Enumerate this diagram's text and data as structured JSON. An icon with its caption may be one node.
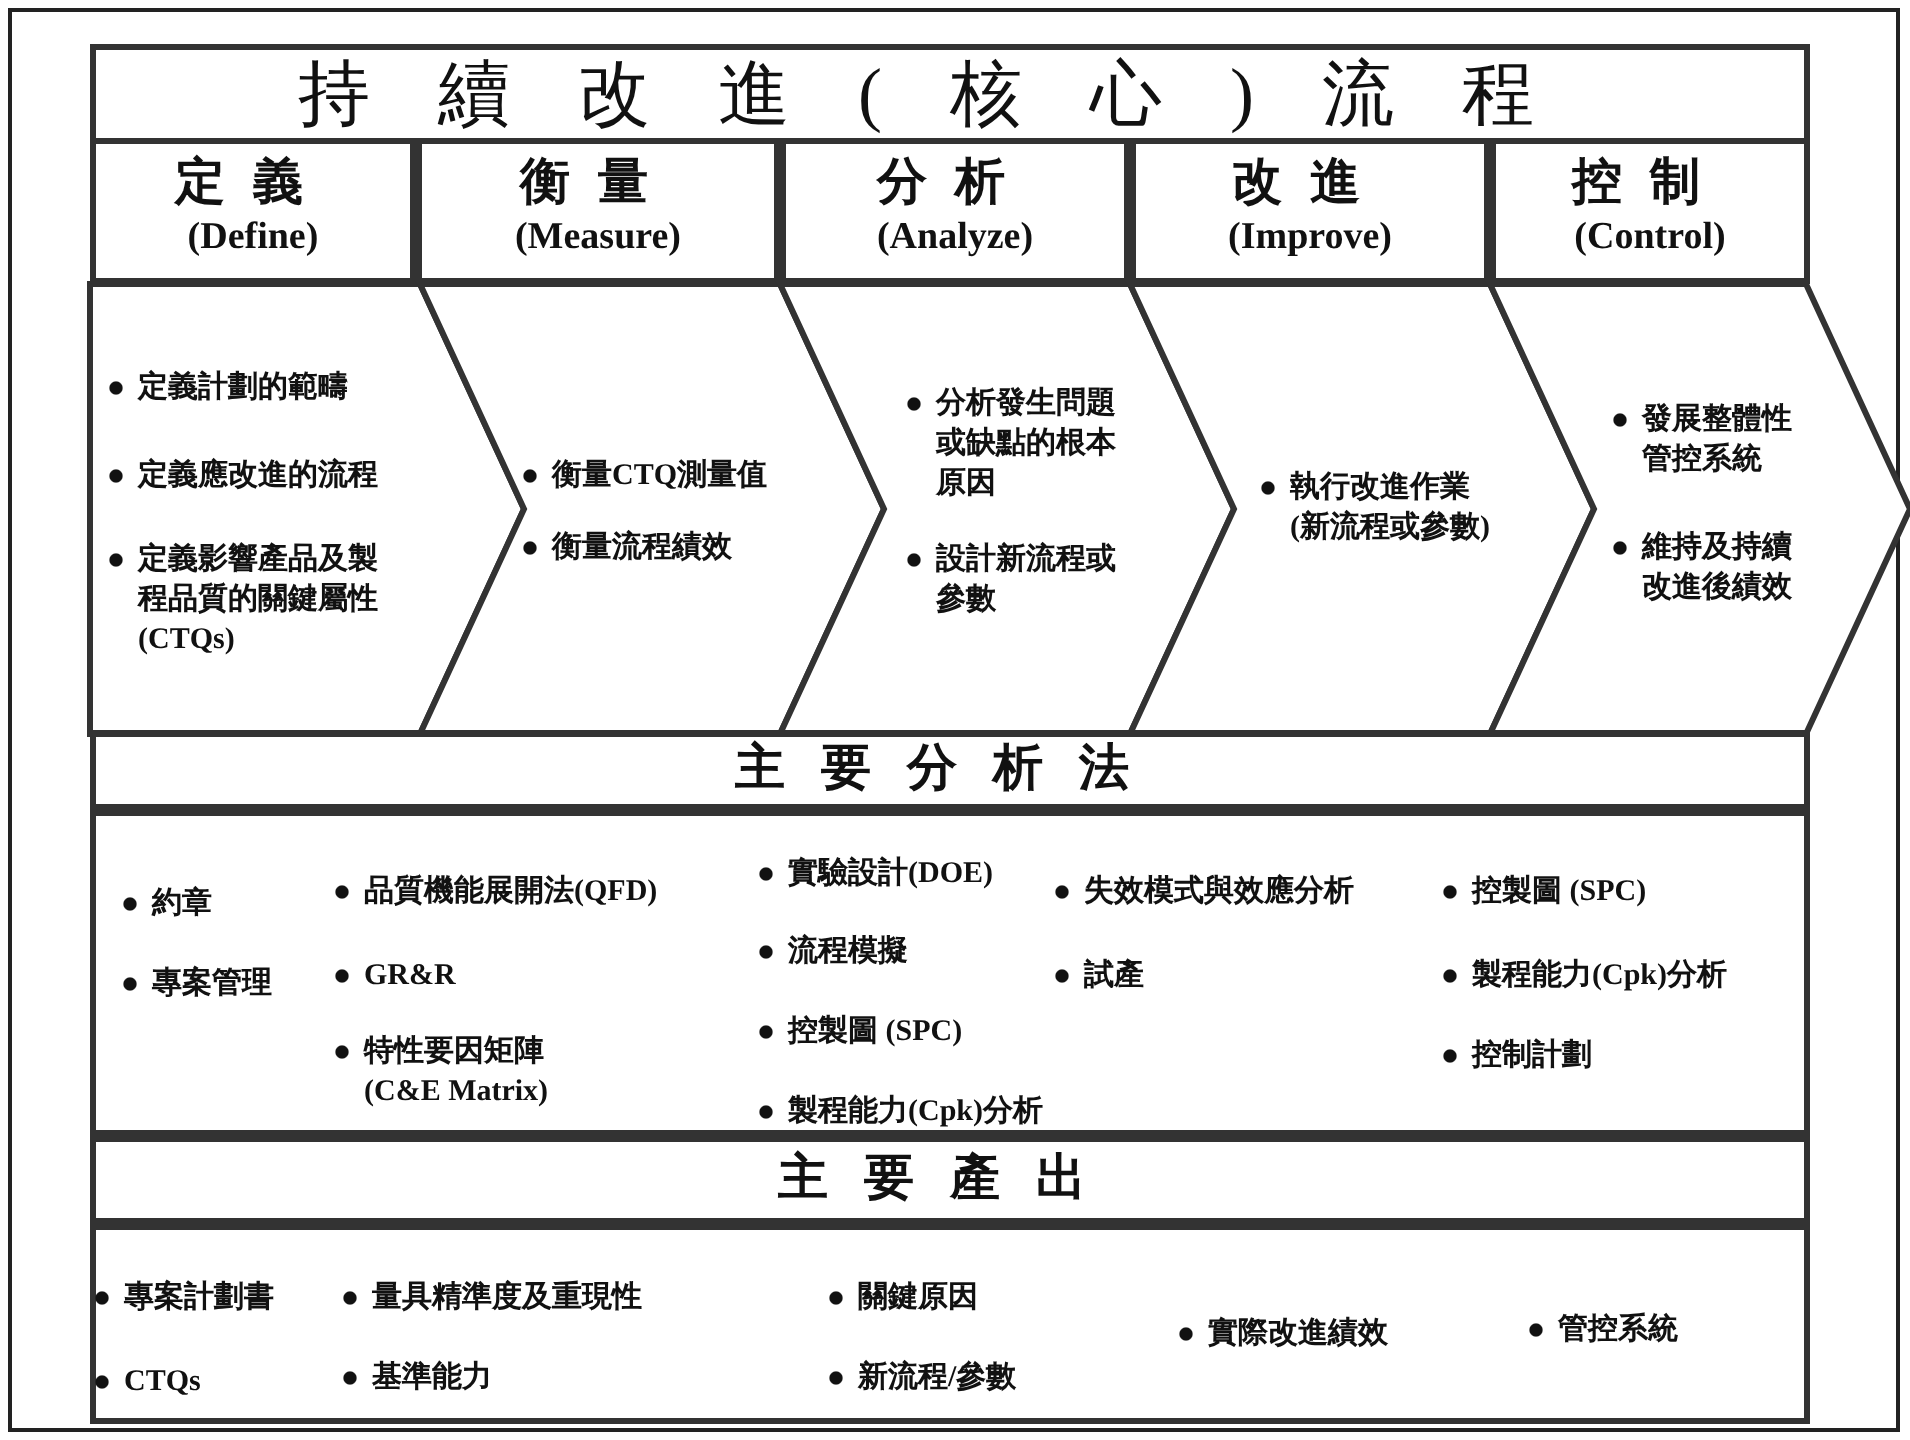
{
  "diagram": {
    "nodes": [
      {
        "text": [
          "持續改進(核心)流程"
        ]
      },
      {
        "text": [
          "定義",
          "(Define)"
        ]
      },
      {
        "text": [
          "衡量",
          "(Measure)"
        ]
      },
      {
        "text": [
          "分析",
          "(Analyze)"
        ]
      },
      {
        "text": [
          "改進",
          "(Improve)"
        ]
      },
      {
        "text": [
          "控制",
          "(Control)"
        ]
      },
      {
        "text": [
          "定義計劃的範疇",
          "定義應改進的流程",
          "定義影響產品及製程品質的關鍵屬性 (CTQs)"
        ]
      },
      {
        "text": [
          "衡量CTQ測量值",
          "衡量流程績效"
        ]
      },
      {
        "text": [
          "分析發生問題或缺點的根本原因",
          "設計新流程或參數"
        ]
      },
      {
        "text": [
          "執行改進作業 (新流程或參數)"
        ]
      },
      {
        "text": [
          "發展整體性管控系統",
          "維持及持續改進後績效"
        ]
      },
      {
        "text": [
          "主要分析法"
        ]
      },
      {
        "text": [
          "約章",
          "專案管理",
          "品質機能展開法(QFD)",
          "GR&R",
          "特性要因矩陣 (C&E Matrix)",
          "實驗設計(DOE)",
          "流程模擬",
          "控製圖 (SPC)",
          "製程能力(Cpk)分析",
          "失效模式與效應分析",
          "試產",
          "控製圖 (SPC)",
          "製程能力(Cpk)分析",
          "控制計劃"
        ]
      },
      {
        "text": [
          "主要產出"
        ]
      },
      {
        "text": [
          "專案計劃書",
          "CTQs",
          "量具精準度及重現性",
          "基準能力",
          "關鍵原因",
          "新流程/參數",
          "實際改進績效",
          "管控系統"
        ]
      }
    ]
  }
}
